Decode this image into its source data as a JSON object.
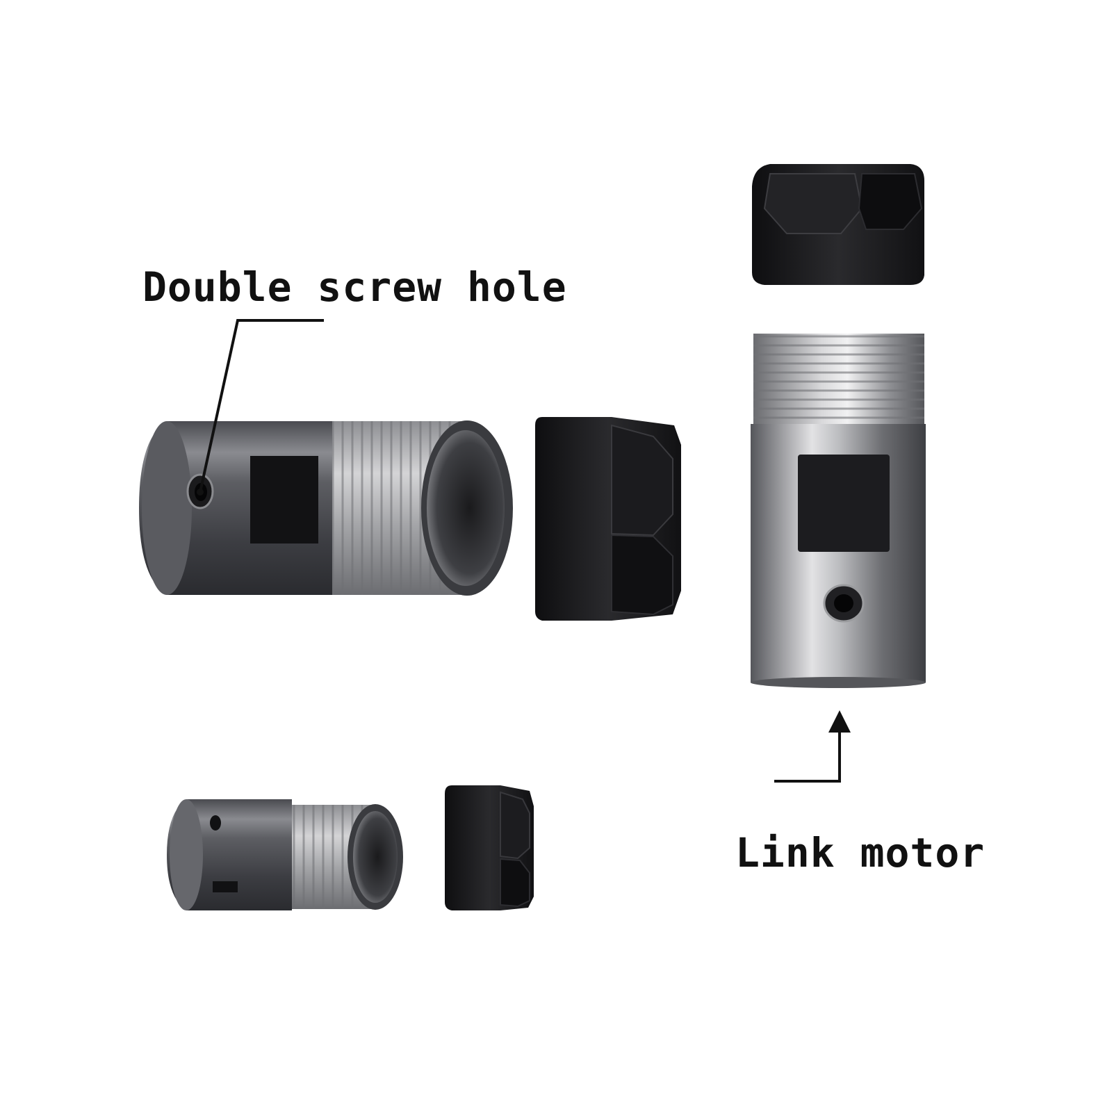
{
  "callouts": {
    "double_screw_hole": "Double screw hole",
    "link_motor": "Link motor"
  },
  "colors": {
    "background": "#ffffff",
    "steel_dark": "#3a3b40",
    "steel_light": "#c9c9cc",
    "nut_black": "#141416",
    "label_text": "#111111"
  },
  "parts": [
    "large-adapter-sleeve",
    "large-hex-nut",
    "upright-hex-nut",
    "upright-motor-adapter",
    "small-adapter-sleeve",
    "small-hex-nut"
  ]
}
